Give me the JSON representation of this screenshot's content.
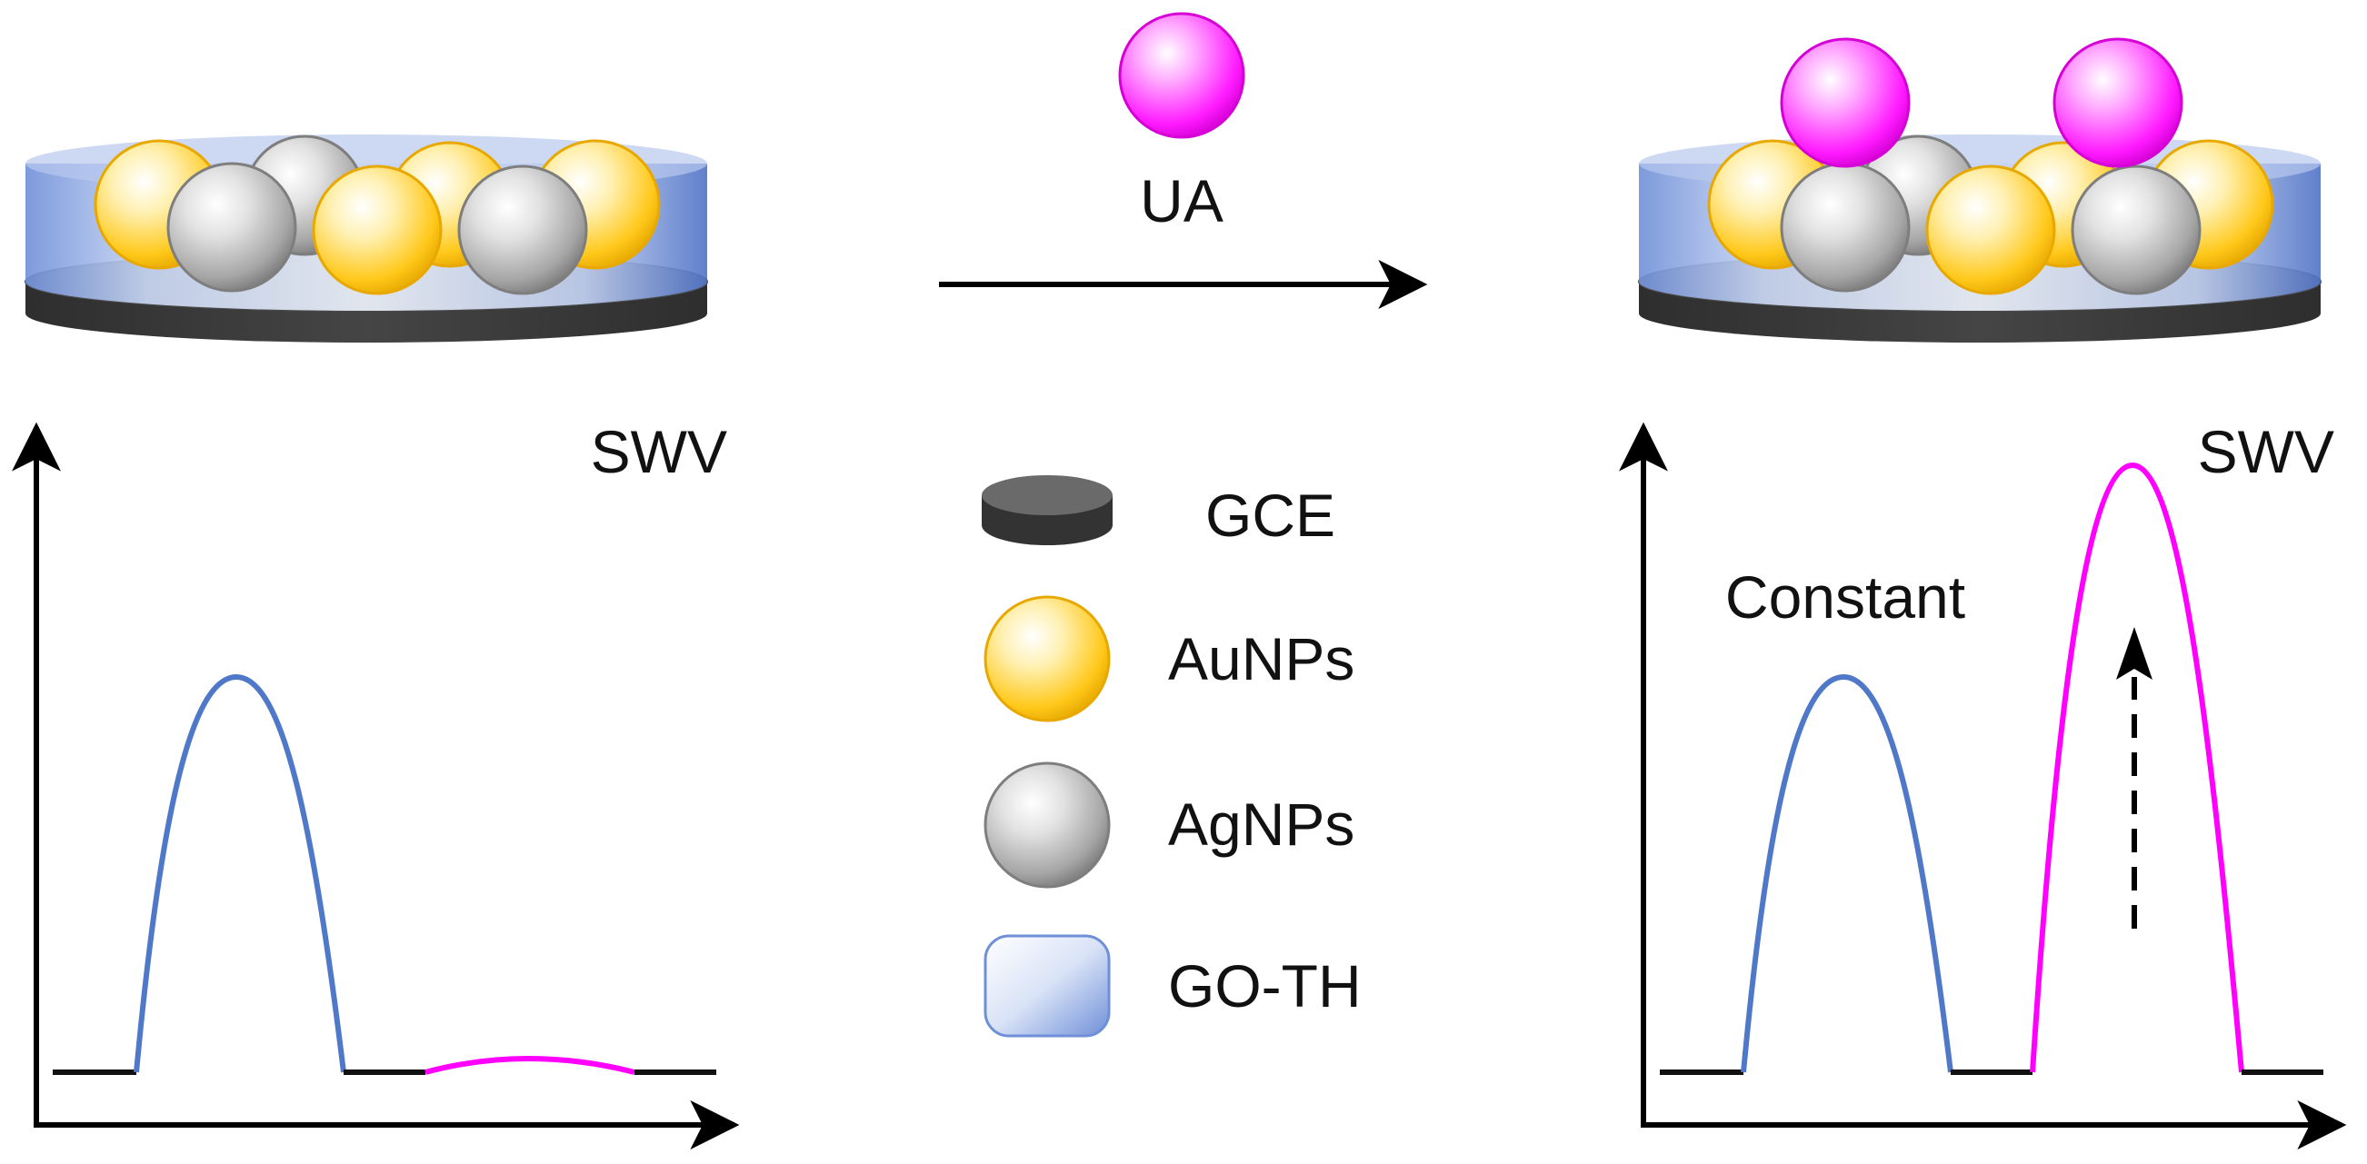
{
  "reaction": {
    "analyte_label": "UA"
  },
  "left_plot": {
    "technique_label": "SWV"
  },
  "right_plot": {
    "technique_label": "SWV",
    "annotation": "Constant"
  },
  "legend": {
    "items": [
      {
        "icon": "gce-disc-icon",
        "label": "GCE"
      },
      {
        "icon": "gold-nanoparticle-icon",
        "label": "AuNPs"
      },
      {
        "icon": "silver-nanoparticle-icon",
        "label": "AgNPs"
      },
      {
        "icon": "go-th-layer-icon",
        "label": "GO-TH"
      }
    ]
  },
  "colors": {
    "gold": "#f5b800",
    "silver": "#8c8c8c",
    "magenta": "#ff00ff",
    "blue_layer": "#5b7fcf",
    "blue_curve": "#4f78c8",
    "electrode": "#3a3a3a"
  }
}
